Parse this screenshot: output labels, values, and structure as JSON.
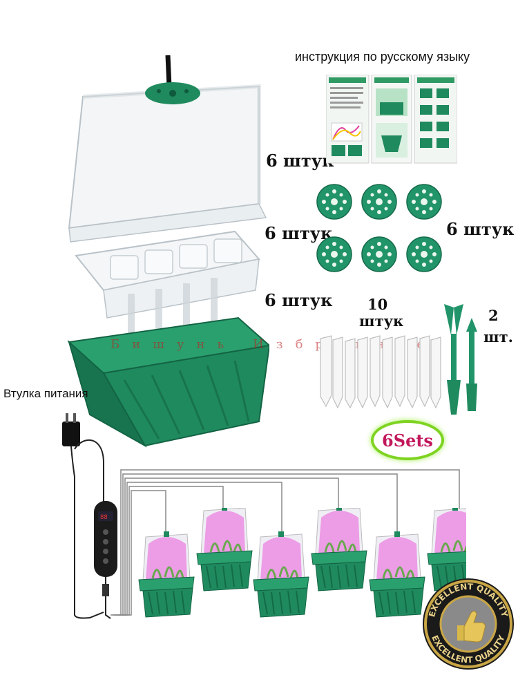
{
  "instruction_title": "инструкция по русскому языку",
  "dome_count": "6 штук",
  "tray_count": "6 штук",
  "base_count": "6 штук",
  "disc_count": "6 штук",
  "tags_count_num": "10",
  "tags_count_word": "штук",
  "tools_count_num": "2",
  "tools_count_word": "шт.",
  "power_label": "Втулка питания",
  "sets_label": "6Sets",
  "watermark": "Бишунь Избранное",
  "quality_badge_text": "EXCELLENT QUALITY",
  "colors": {
    "tray_green": "#1f8a5e",
    "tray_green_dark": "#136444",
    "disc_green": "#22946a",
    "grow_light": "#e95bd8",
    "badge_gold": "#c9a646",
    "sets_border": "#7ed321"
  },
  "icons": [
    "power-adapter-icon",
    "controller-icon",
    "thumbs-up-icon"
  ]
}
